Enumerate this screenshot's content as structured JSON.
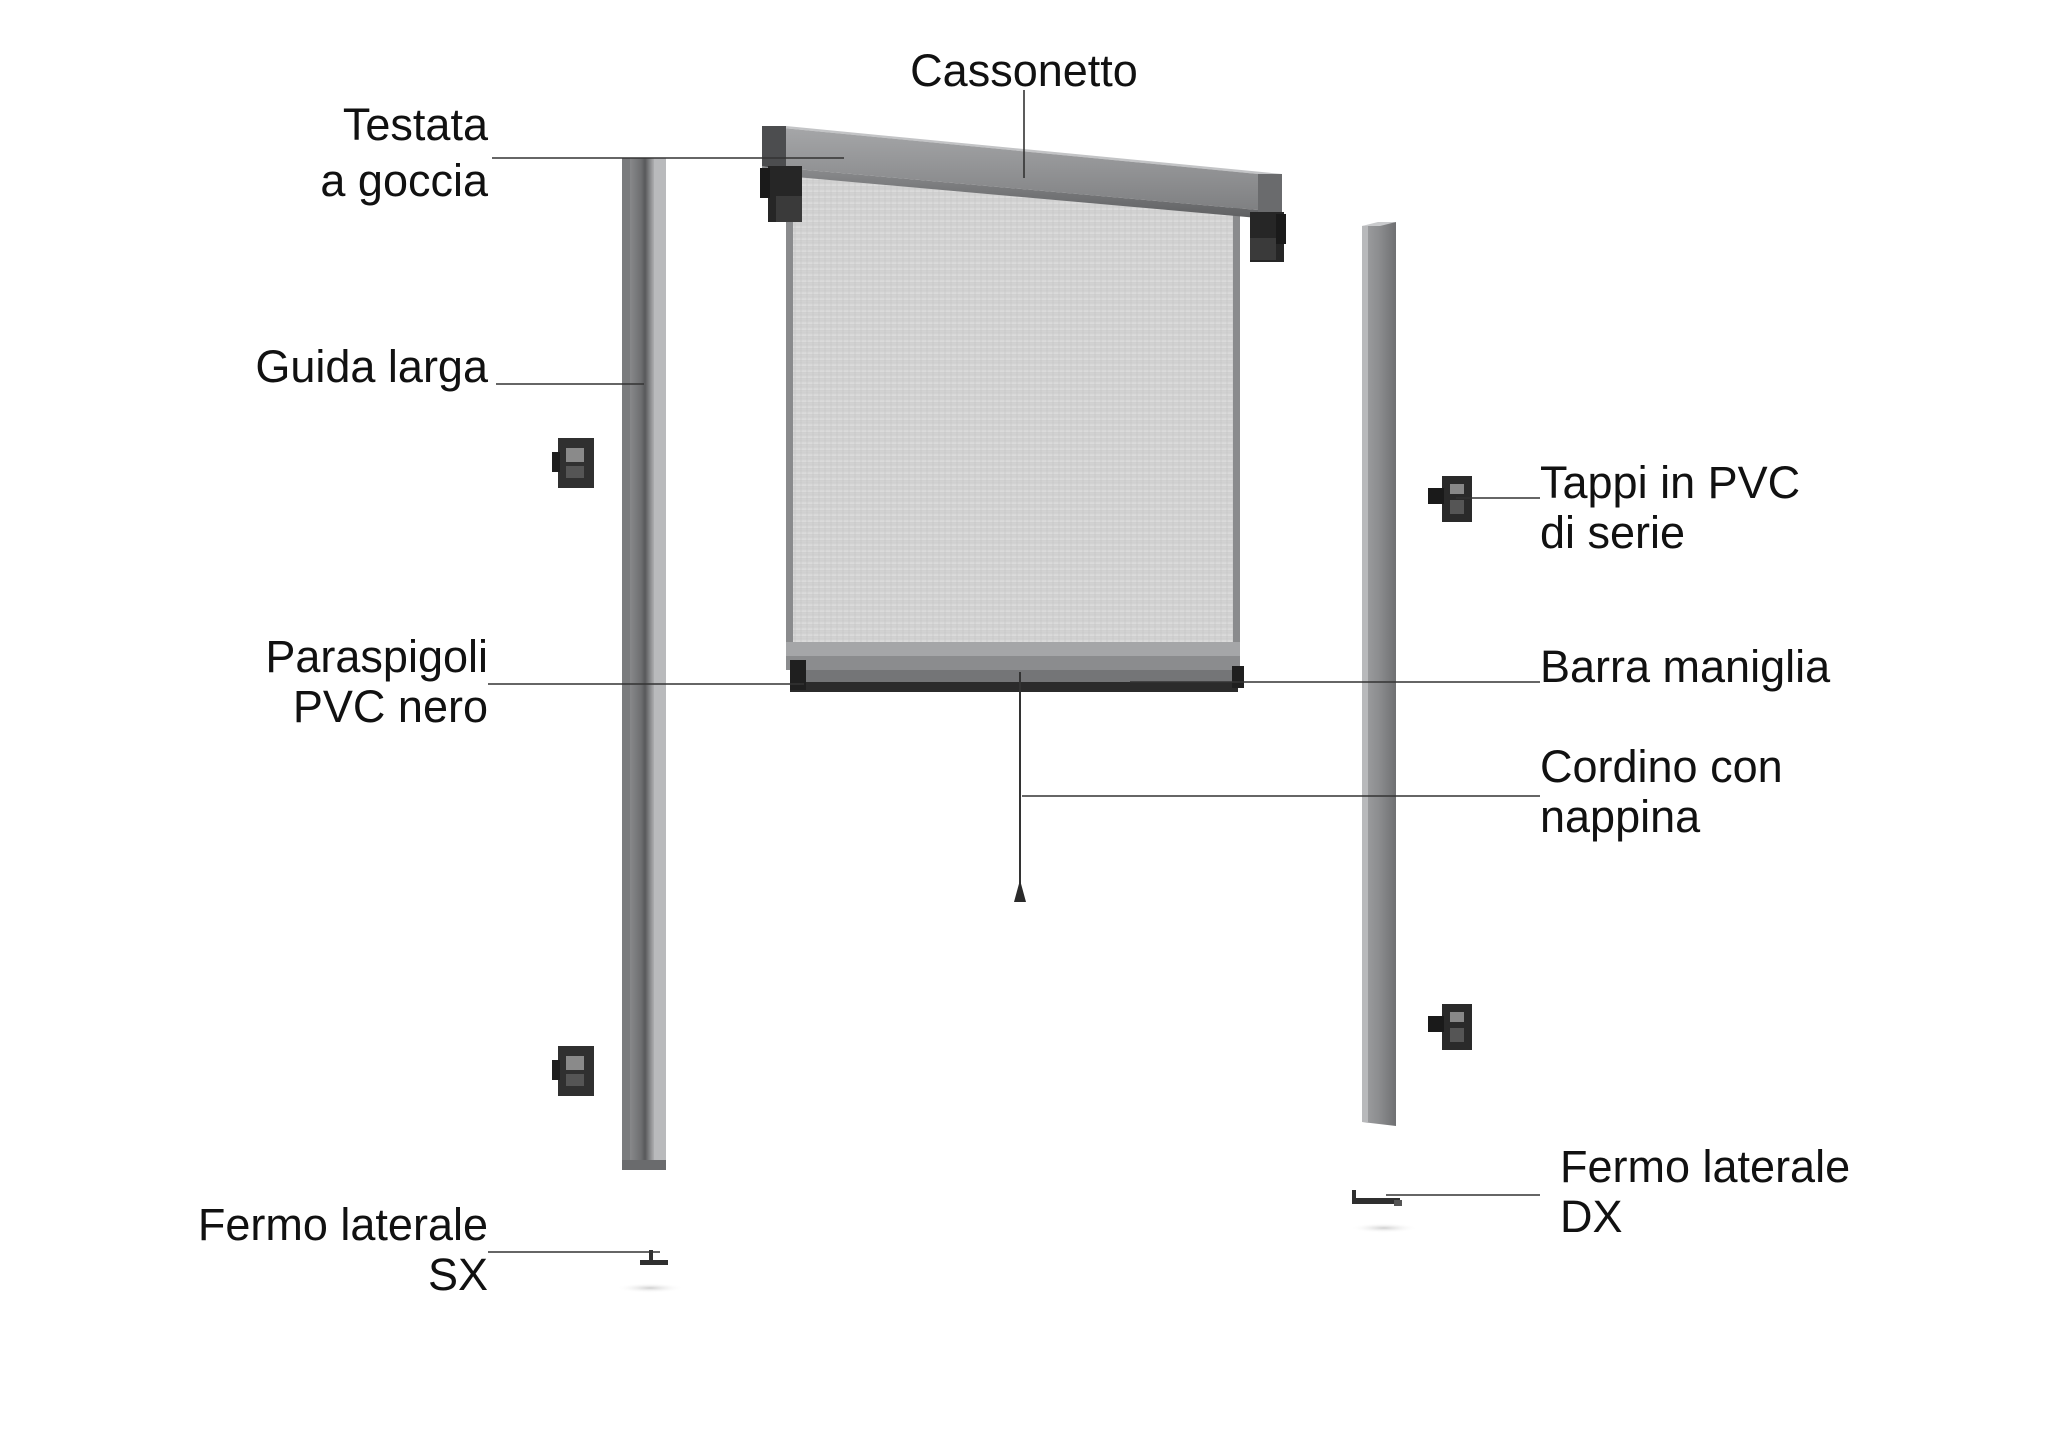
{
  "labels": {
    "cassonetto": "Cassonetto",
    "testata": {
      "line1": "Testata",
      "line2": "a goccia"
    },
    "guida_larga": "Guida larga",
    "paraspigoli": {
      "line1": "Paraspigoli",
      "line2": "PVC nero"
    },
    "fermo_sx": {
      "line1": "Fermo laterale",
      "line2": "SX"
    },
    "tappi": {
      "line1": "Tappi in PVC",
      "line2": "di serie"
    },
    "barra": "Barra maniglia",
    "cordino": {
      "line1": "Cordino con",
      "line2": "nappina"
    },
    "fermo_dx": {
      "line1": "Fermo laterale",
      "line2": "DX"
    }
  },
  "colors": {
    "aluminium": "#8f9092",
    "aluminium_dark": "#6d6e70",
    "aluminium_light": "#b4b5b7",
    "mesh": "#d4d4d4",
    "plastic_black": "#262626",
    "leader_line": "#333333"
  }
}
